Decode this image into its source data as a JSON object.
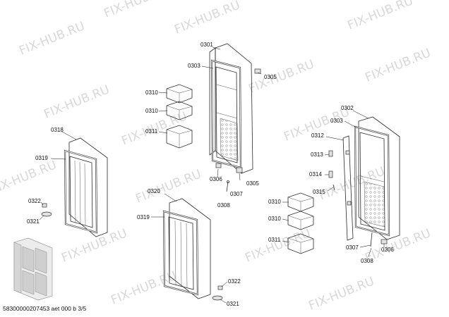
{
  "watermark": {
    "text": "FIX-HUB.RU",
    "color": "#b9b9b9"
  },
  "footer": {
    "text": "58300000207453 aet 000 b 3/5"
  },
  "assemblies": {
    "upper_middle_door": {
      "labels": [
        {
          "id": "0301",
          "text": "0301"
        },
        {
          "id": "0303",
          "text": "0303"
        },
        {
          "id": "0305a",
          "text": "0305"
        },
        {
          "id": "0310a",
          "text": "0310"
        },
        {
          "id": "0310b",
          "text": "0310"
        },
        {
          "id": "0311",
          "text": "0311"
        },
        {
          "id": "0306",
          "text": "0306"
        },
        {
          "id": "0305b",
          "text": "0305"
        },
        {
          "id": "0307",
          "text": "0307"
        },
        {
          "id": "0308",
          "text": "0308"
        }
      ]
    },
    "left_small_door": {
      "labels": [
        {
          "id": "0318",
          "text": "0318"
        },
        {
          "id": "0319",
          "text": "0319"
        },
        {
          "id": "0322",
          "text": "0322"
        },
        {
          "id": "0321",
          "text": "0321"
        }
      ]
    },
    "lower_middle_door": {
      "labels": [
        {
          "id": "0320",
          "text": "0320"
        },
        {
          "id": "0319",
          "text": "0319"
        },
        {
          "id": "0322",
          "text": "0322"
        },
        {
          "id": "0321",
          "text": "0321"
        }
      ]
    },
    "right_door": {
      "labels": [
        {
          "id": "0302",
          "text": "0302"
        },
        {
          "id": "0303",
          "text": "0303"
        },
        {
          "id": "0312",
          "text": "0312"
        },
        {
          "id": "0313",
          "text": "0313"
        },
        {
          "id": "0314",
          "text": "0314"
        },
        {
          "id": "0315",
          "text": "0315"
        },
        {
          "id": "0310a",
          "text": "0310"
        },
        {
          "id": "0310b",
          "text": "0310"
        },
        {
          "id": "0311",
          "text": "0311"
        },
        {
          "id": "0307",
          "text": "0307"
        },
        {
          "id": "0306",
          "text": "0306"
        },
        {
          "id": "0308",
          "text": "0308"
        }
      ]
    }
  }
}
